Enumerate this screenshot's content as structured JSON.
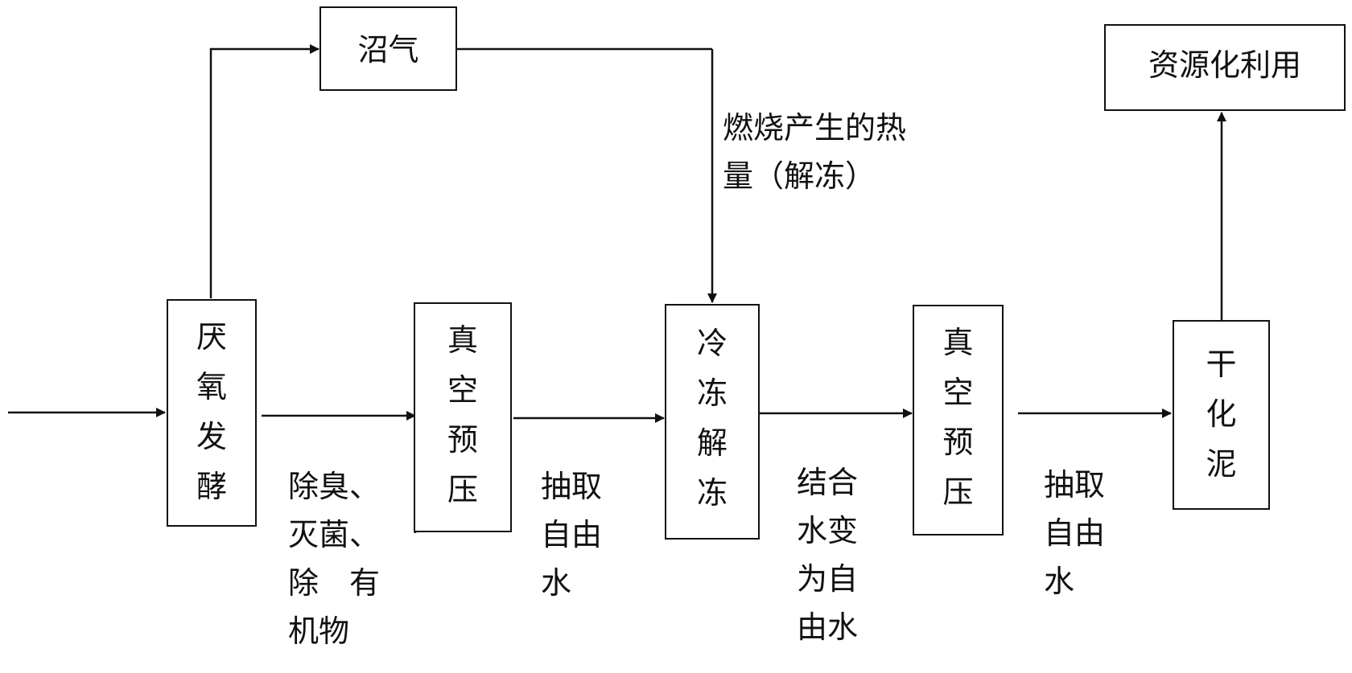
{
  "nodes": {
    "anaerobic": "厌\n氧\n发\n酵",
    "vacuum1": "真\n空\n预\n压",
    "freeze": "冷\n冻\n解\n冻",
    "vacuum2": "真\n空\n预\n压",
    "dry": "干\n化\n泥",
    "biogas": "沼气",
    "reuse": "资源化利用"
  },
  "notes": {
    "deodorize": "除臭、\n灭菌、\n除　有\n机物",
    "extract1": "抽取\n自由\n水",
    "convert": "结合\n水变\n为自\n由水",
    "extract2": "抽取\n自由\n水",
    "heat": "燃烧产生的热\n量（解冻）"
  }
}
